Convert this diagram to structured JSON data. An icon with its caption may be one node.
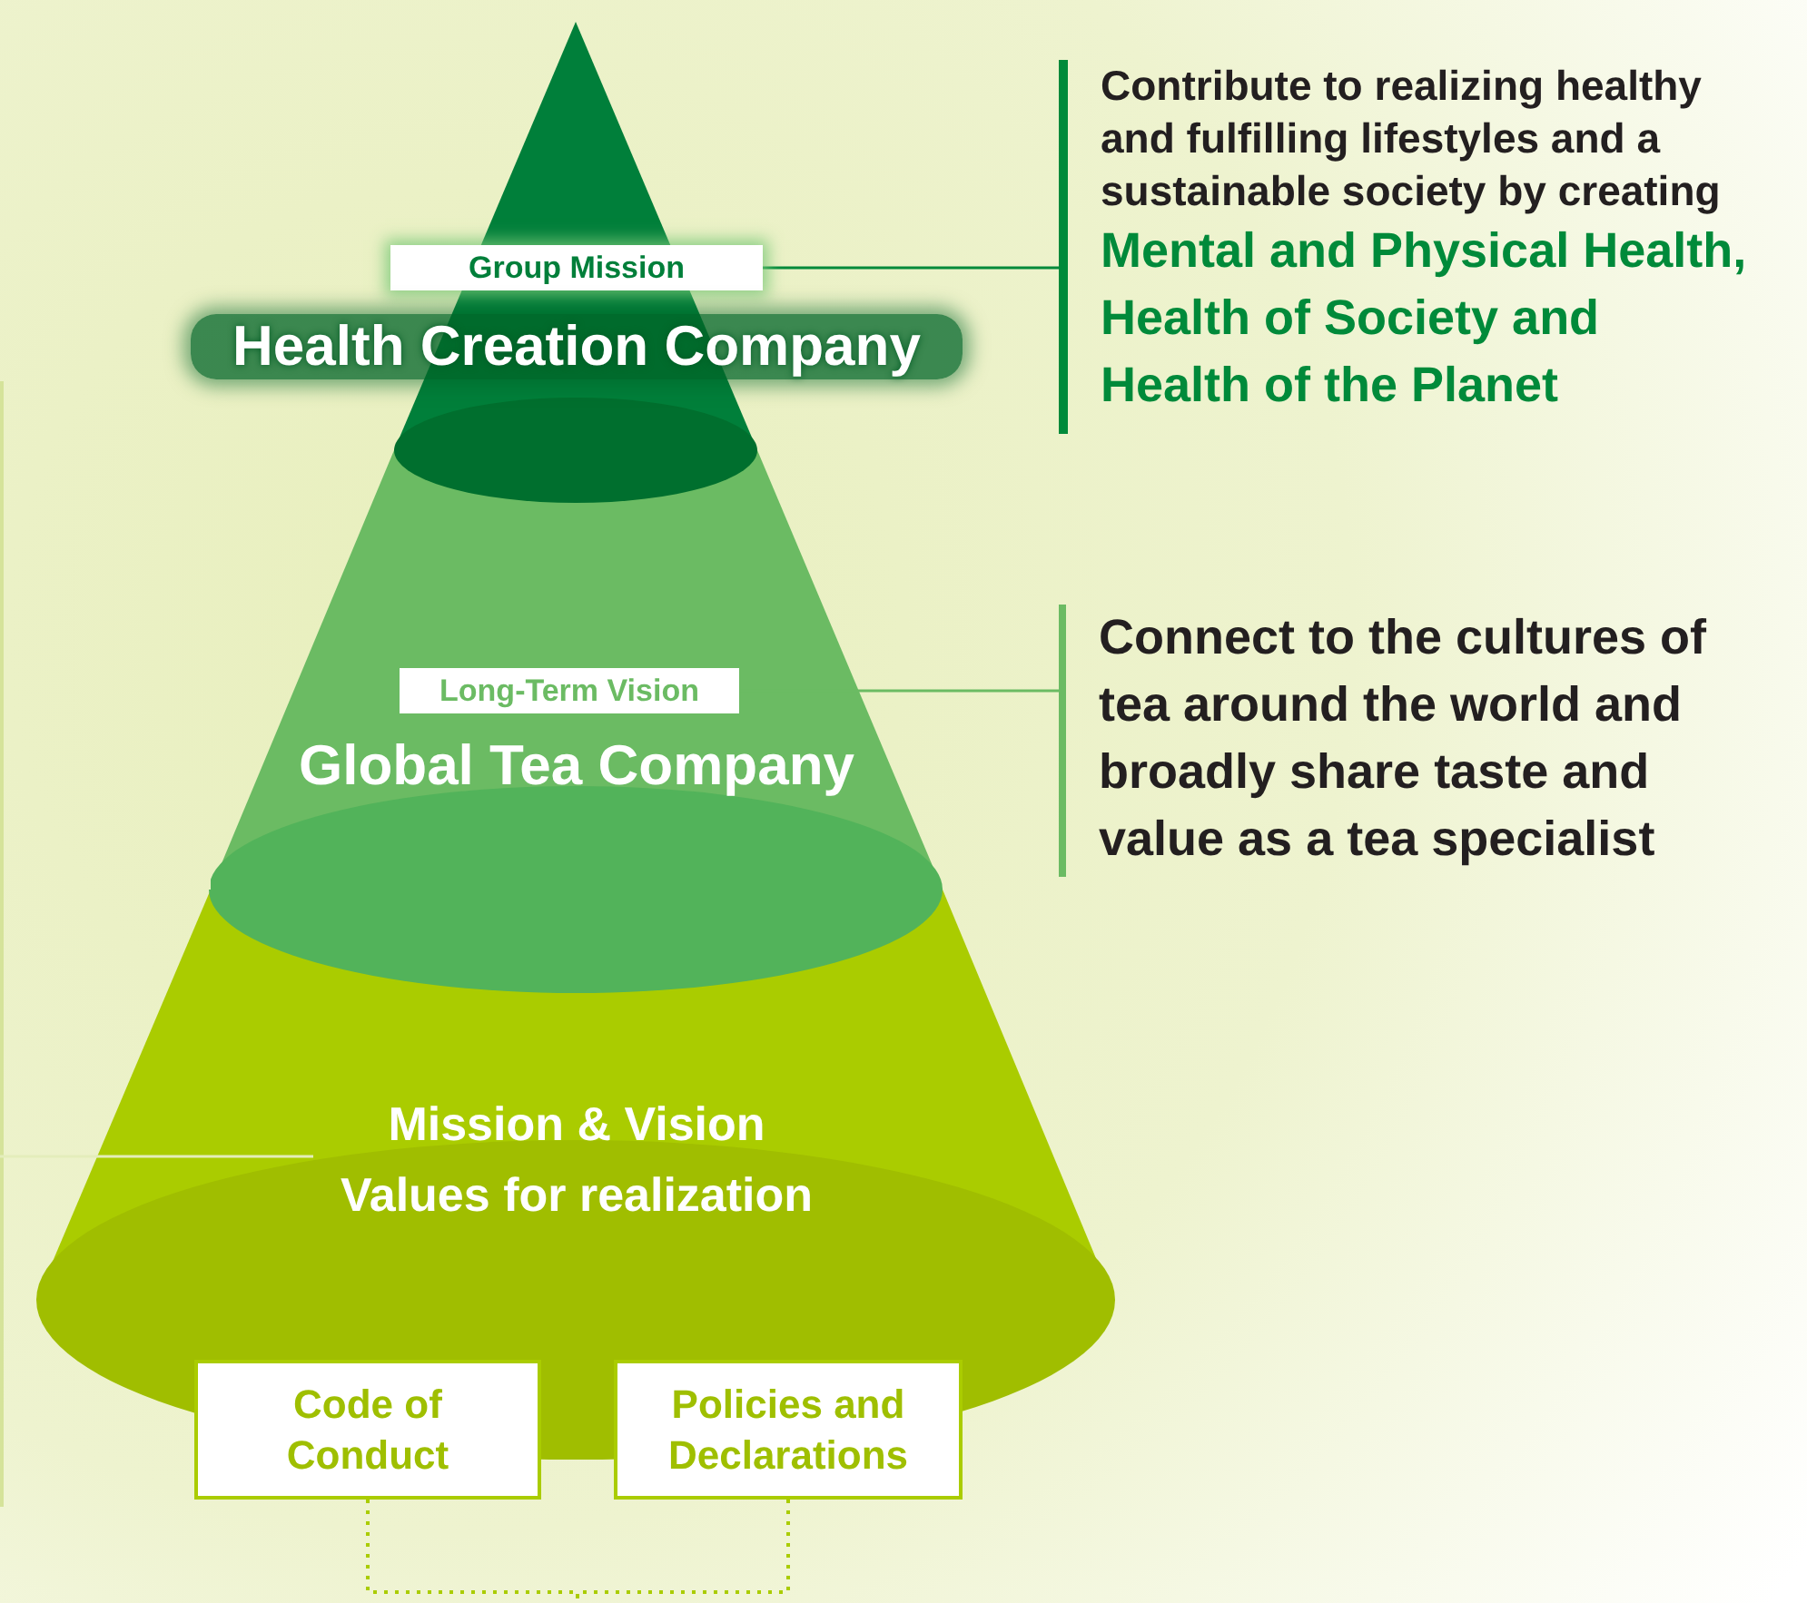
{
  "diagram": {
    "nodes": [
      {
        "text": [
          "Group Mission",
          "Health Creation Company"
        ]
      },
      {
        "text": [
          "Contribute to realizing healthy and fulfilling lifestyles and a sustainable society by creating",
          "Mental and Physical Health, Health of Society and Health of the Planet"
        ]
      },
      {
        "text": [
          "Long-Term Vision",
          "Global Tea Company"
        ]
      },
      {
        "text": [
          "Connect to the cultures of tea around the world and broadly share taste and value as a tea specialist"
        ]
      },
      {
        "text": [
          "Mission & Vision",
          "Values for realization"
        ]
      },
      {
        "text": [
          "Code of Conduct"
        ]
      },
      {
        "text": [
          "Policies and Declarations"
        ]
      }
    ],
    "edges": [
      {
        "from": 0,
        "to": 1,
        "arrow": "none",
        "color": "#008a3a"
      },
      {
        "from": 2,
        "to": 3,
        "arrow": "none",
        "color": "#6bbb63"
      },
      {
        "from": 4,
        "to": null,
        "arrow": "none",
        "color": "#e4edbb"
      },
      {
        "from": 5,
        "to": null,
        "arrow": "none",
        "style": "dashed",
        "color": "#aacc00"
      },
      {
        "from": 6,
        "to": null,
        "arrow": "none",
        "style": "dashed",
        "color": "#aacc00"
      }
    ]
  }
}
